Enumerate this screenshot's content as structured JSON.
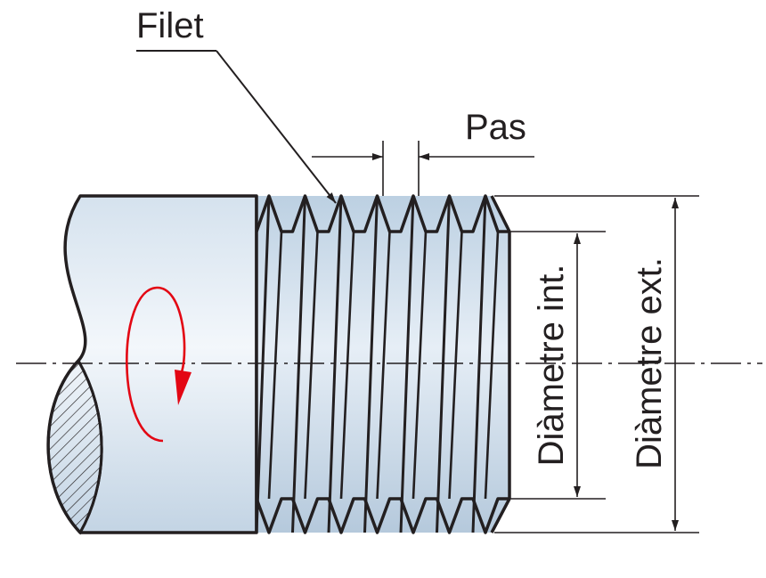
{
  "labels": {
    "filet": "Filet",
    "pas": "Pas",
    "diametre_int": "Diàmetre int.",
    "diametre_ext": "Diàmetre ext."
  },
  "colors": {
    "stroke": "#231f20",
    "shaft_fill": "#dfe9f2",
    "thread_fill": "#c9d9e8",
    "rotation_arrow": "#e30613",
    "background": "#ffffff"
  },
  "icons": {
    "rotation": "rotation-arrow-icon",
    "section_hatch": "hatched-cross-section"
  }
}
